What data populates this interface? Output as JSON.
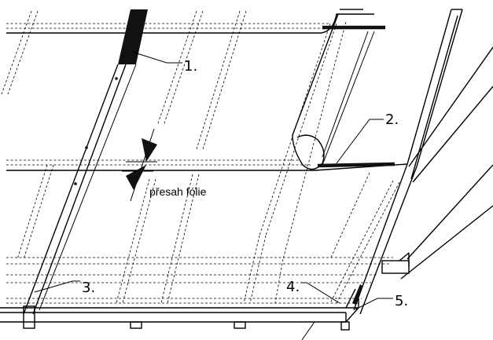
{
  "labels": {
    "l1": "1.",
    "l2": "2.",
    "l3": "3.",
    "l4": "4.",
    "l5": "5.",
    "overlap": "přesah fólie"
  },
  "colors": {
    "line": "#000000",
    "background": "#ffffff",
    "tape": "#111111"
  }
}
